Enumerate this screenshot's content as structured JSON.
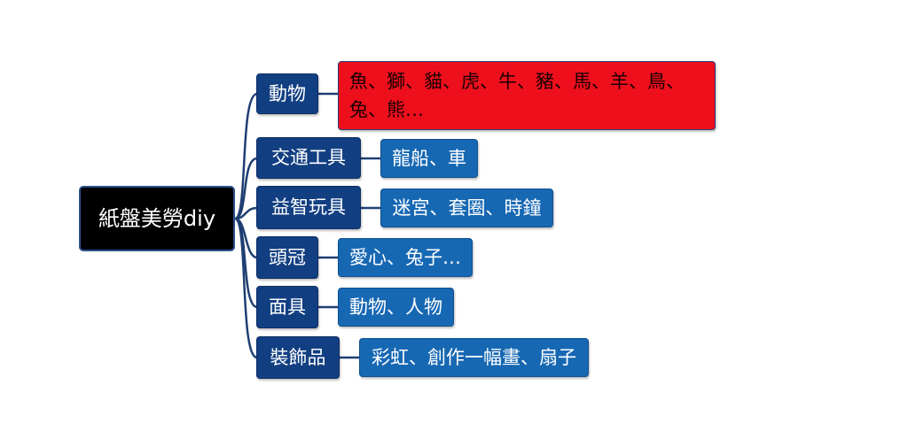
{
  "root": {
    "label": "紙盤美勞diy"
  },
  "branches": [
    {
      "label": "動物",
      "detail": "魚、獅、貓、虎、牛、豬、馬、羊、鳥、兔、熊…",
      "highlight": "#ee0f1d"
    },
    {
      "label": "交通工具",
      "detail": "龍船、車"
    },
    {
      "label": "益智玩具",
      "detail": "迷宮、套圈、時鐘"
    },
    {
      "label": "頭冠",
      "detail": "愛心、兔子…"
    },
    {
      "label": "面具",
      "detail": "動物、人物"
    },
    {
      "label": "裝飾品",
      "detail": "彩虹、創作一幅畫、扇子"
    }
  ],
  "colors": {
    "root_fill": "#000000",
    "category_fill": "#123f82",
    "detail_fill": "#1768b3",
    "connector": "#1f3f73"
  }
}
